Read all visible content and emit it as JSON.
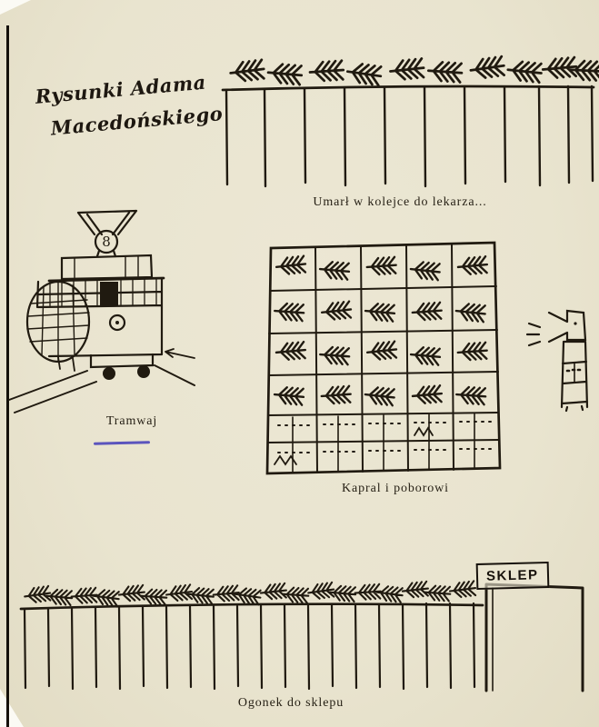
{
  "page": {
    "paper_color": "#e9e4cf",
    "ink_color": "#201a10",
    "underline_color": "#5b54bd"
  },
  "signature": {
    "line1": "Rysunki Adama",
    "line2": "Macedońskiego"
  },
  "drawings": {
    "doctor_queue": {
      "caption": "Umarł w kolejce do lekarza..."
    },
    "tram": {
      "caption": "Tramwaj",
      "number": "8"
    },
    "barracks": {
      "caption": "Kapral i poborowi"
    },
    "shop_queue": {
      "caption": "Ogonek do sklepu",
      "sign_text": "SKLEP"
    }
  }
}
